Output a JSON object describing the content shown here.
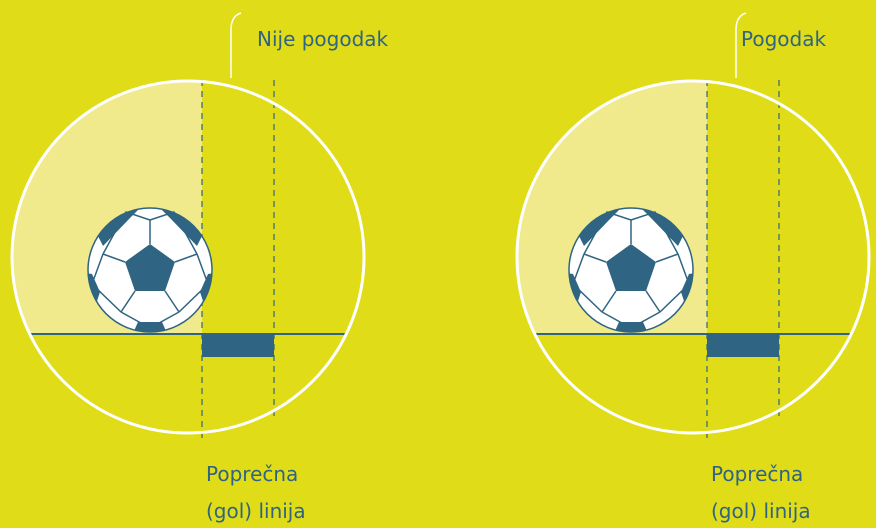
{
  "colors": {
    "background": "#e0dc17",
    "highlight": "#f0ea8c",
    "ink": "#2f6482",
    "ball_white": "#ffffff",
    "ring": "#ffffff"
  },
  "panels": [
    {
      "verdict": "Nije pogodak",
      "caption_line1": "Poprečna",
      "caption_line2": "(gol) linija"
    },
    {
      "verdict": "Pogodak",
      "caption_line1": "Poprečna",
      "caption_line2": "(gol) linija"
    }
  ]
}
